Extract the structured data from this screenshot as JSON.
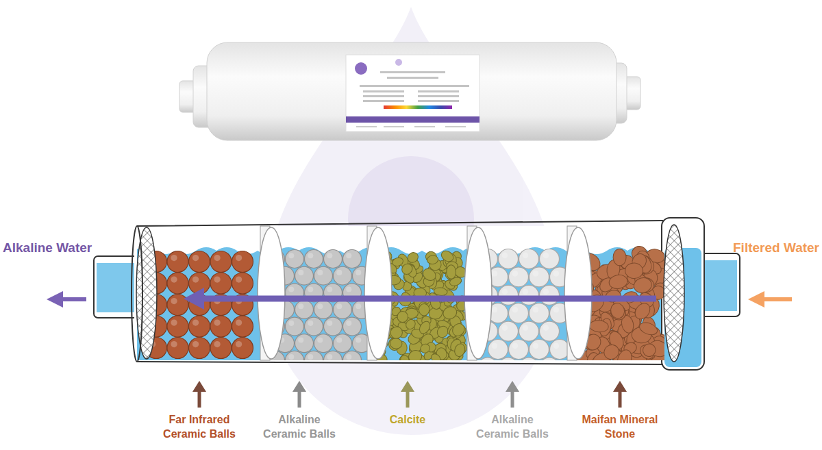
{
  "diagram": {
    "labels": [
      "Alkaline Water",
      "Filtered Water",
      "Far Infrared Ceramic Balls",
      "Alkaline Ceramic Balls",
      "Calcite",
      "Alkaline Ceramic Balls",
      "Maifan Mineral Stone"
    ]
  }
}
